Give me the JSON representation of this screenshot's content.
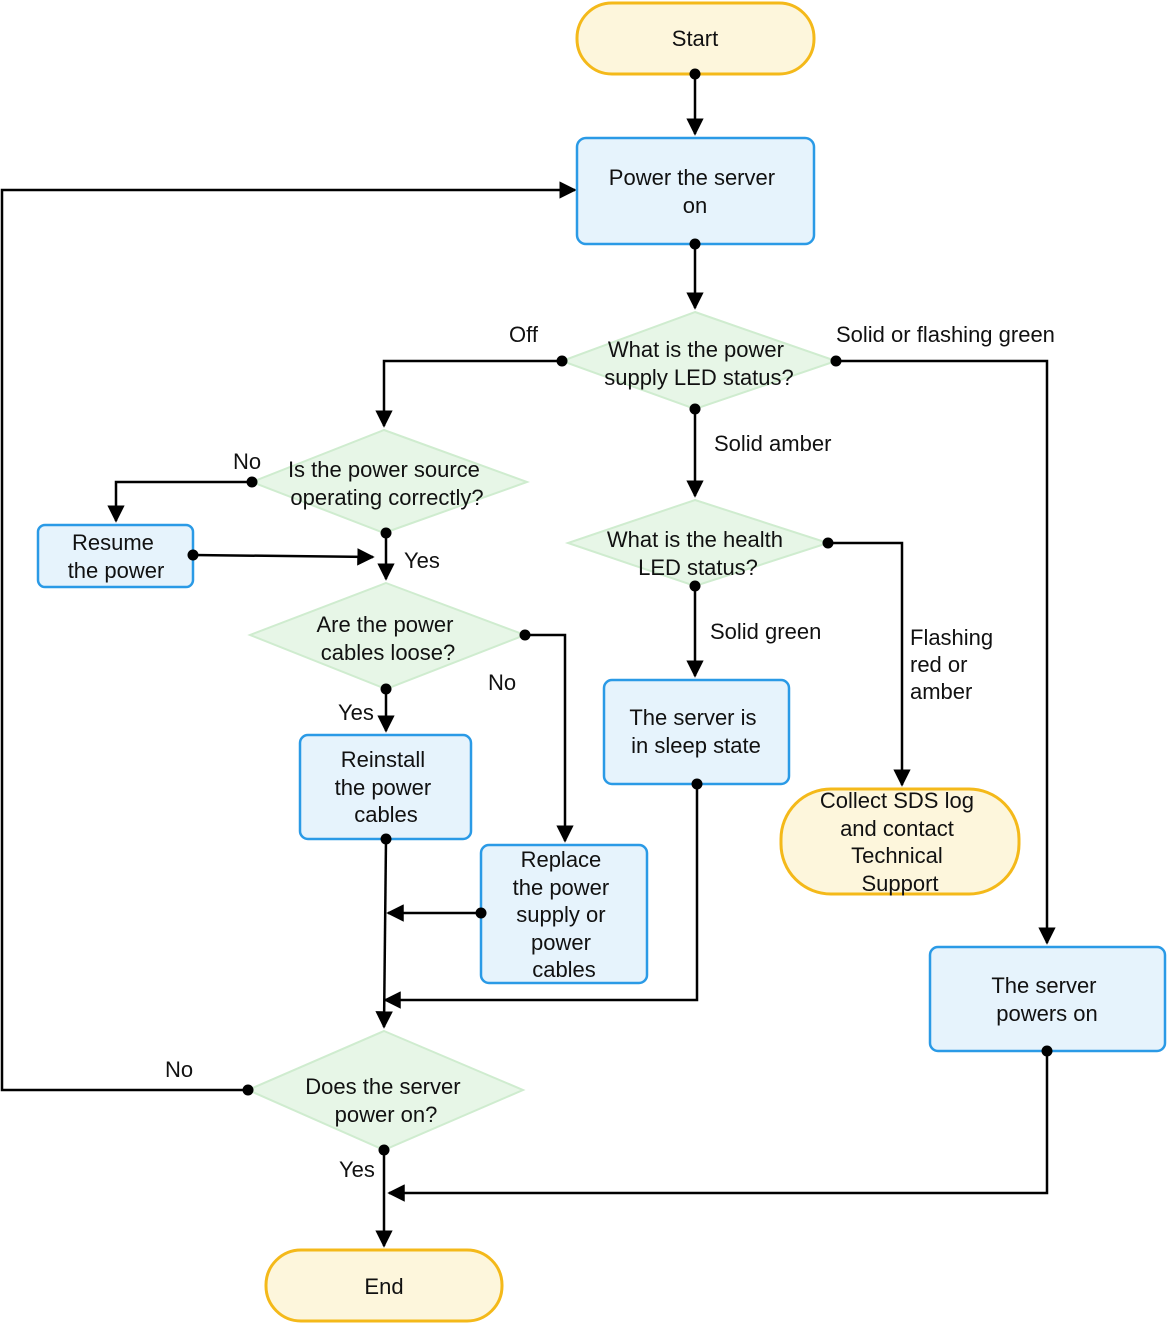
{
  "nodes": {
    "start": "Start",
    "power_on": [
      "Power the server",
      "on"
    ],
    "psu_led": [
      "What is the power",
      "supply LED status?"
    ],
    "power_source": [
      "Is the power source",
      "operating correctly?"
    ],
    "resume_power": [
      "Resume",
      "the power"
    ],
    "cables_loose": [
      "Are the power",
      "cables loose?"
    ],
    "reinstall": [
      "Reinstall",
      "the power",
      "cables"
    ],
    "replace": [
      "Replace",
      "the power",
      "supply or",
      "power",
      "cables"
    ],
    "health_led": [
      "What is the health",
      "LED status?"
    ],
    "sleep_state": [
      "The server is",
      "in sleep state"
    ],
    "collect_sds": [
      "Collect SDS log",
      "and contact",
      "Technical",
      "Support"
    ],
    "server_powers_on": [
      "The server",
      "powers on"
    ],
    "does_power_on": [
      "Does the server",
      "power on?"
    ],
    "end": "End"
  },
  "edge_labels": {
    "off": "Off",
    "solid_or_flashing_green": "Solid or flashing green",
    "solid_amber": "Solid amber",
    "no_power_source": "No",
    "yes_power_source": "Yes",
    "no_cables": "No",
    "yes_cables": "Yes",
    "solid_green": "Solid green",
    "flashing_red_amber": [
      "Flashing",
      "red or",
      "amber"
    ],
    "no_does_power": "No",
    "yes_does_power": "Yes"
  }
}
